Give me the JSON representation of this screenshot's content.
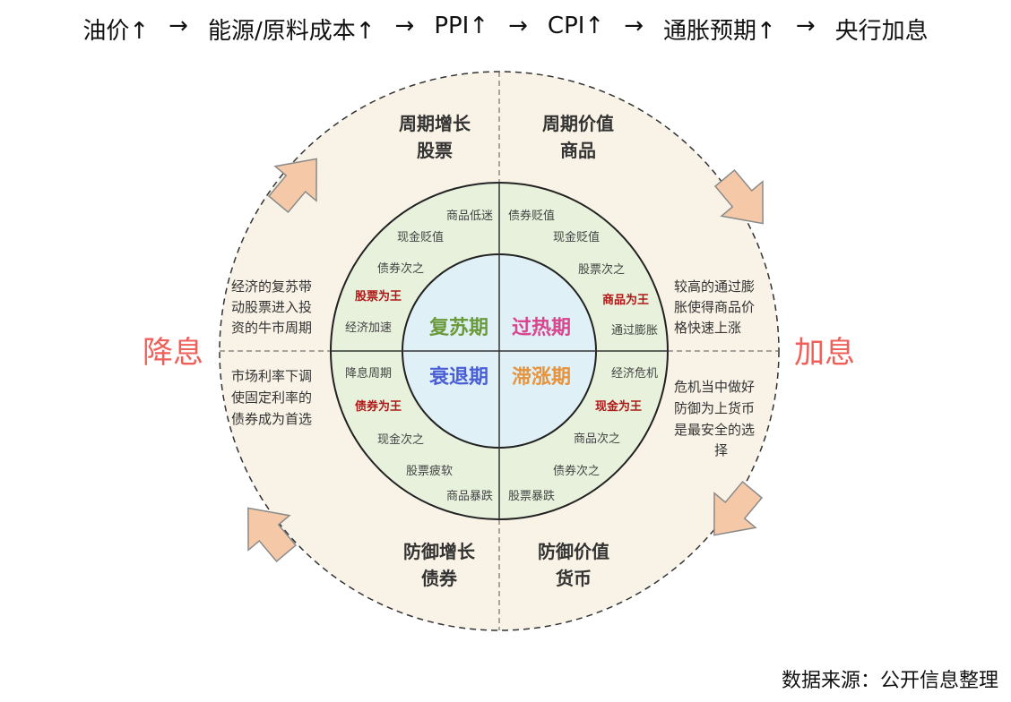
{
  "header": {
    "chain": [
      "油价↑",
      "→",
      "能源/原料成本↑",
      "→",
      "PPI↑",
      "→",
      "CPI↑",
      "→",
      "通胀预期↑",
      "→",
      "央行加息"
    ]
  },
  "quadrants": {
    "top_left": [
      "周期增长",
      "股票"
    ],
    "top_right": [
      "周期价值",
      "商品"
    ],
    "bottom_left": [
      "防御增长",
      "债券"
    ],
    "bottom_right": [
      "防御价值",
      "货币"
    ]
  },
  "side_notes": {
    "upper_left": [
      "经济的复苏带",
      "动股票进入投",
      "资的牛市周期"
    ],
    "upper_right": [
      "较高的通过膨",
      "胀使得商品价",
      "格快速上涨"
    ],
    "lower_left": [
      "市场利率下调",
      "使固定利率的",
      "债券成为首选"
    ],
    "lower_right": [
      "危机当中做好",
      "防御为上货币",
      "是最安全的选",
      "择"
    ]
  },
  "rates": {
    "left": "降息",
    "right": "加息"
  },
  "ring": {
    "upper_left": [
      "商品低迷",
      "现金贬值",
      "债券次之",
      "股票为王",
      "经济加速"
    ],
    "upper_right": [
      "债券贬值",
      "现金贬值",
      "股票次之",
      "商品为王",
      "通过膨胀"
    ],
    "lower_left": [
      "降息周期",
      "债券为王",
      "现金次之",
      "股票疲软",
      "商品暴跌"
    ],
    "lower_right": [
      "经济危机",
      "现金为王",
      "商品次之",
      "债券次之",
      "股票暴跌"
    ]
  },
  "phases": {
    "recovery": "复苏期",
    "overheat": "过热期",
    "recession": "衰退期",
    "stagflation": "滞涨期"
  },
  "colors": {
    "recovery": "#6a9a3a",
    "overheat": "#d9458f",
    "recession": "#4a5fd6",
    "stagflation": "#e8923a",
    "key": "#b01818",
    "rate": "#f0605a"
  },
  "footer": "数据来源：公开信息整理"
}
